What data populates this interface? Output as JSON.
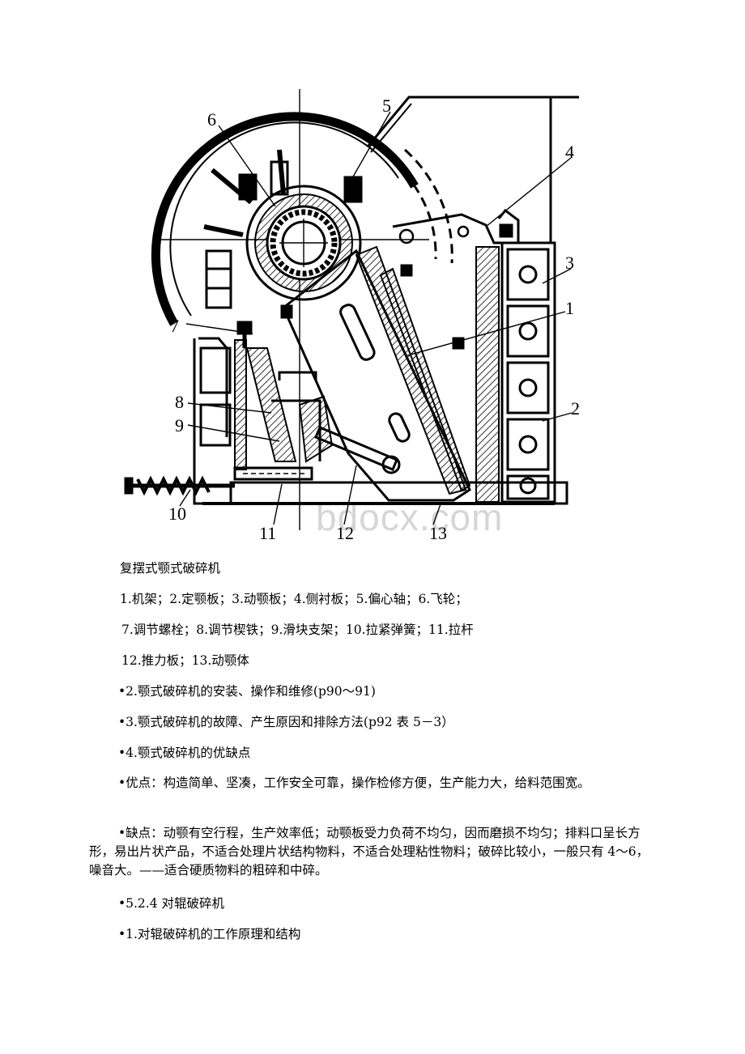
{
  "figure": {
    "callouts": [
      "1",
      "2",
      "3",
      "4",
      "5",
      "6",
      "7",
      "8",
      "9",
      "10",
      "11",
      "12",
      "13"
    ],
    "watermark": "bdocx.com"
  },
  "caption": "复摆式颚式破碎机",
  "legend": [
    "1.机架；2.定颚板；3.动颚板；4.侧衬板；5.偏心轴；6.飞轮；",
    "7.调节螺栓；8.调节楔铁；9.滑块支架；10.拉紧弹簧；11.拉杆",
    "12.推力板；13.动颚体"
  ],
  "items": [
    "•2.颚式破碎机的安装、操作和维修(p90～91)",
    "•3.颚式破碎机的故障、产生原因和排除方法(p92 表 5－3）",
    "•4.颚式破碎机的优缺点"
  ],
  "advantages": "•优点：构造简单、坚凑，工作安全可靠，操作检修方便，生产能力大，给料范围宽。",
  "disadvantages": "•缺点：动颚有空行程，生产效率低；动颚板受力负荷不均匀，因而磨损不均匀；排料口呈长方形，易出片状产品，不适合处理片状结构物料，不适合处理粘性物料；破碎比较小，一般只有 4～6，噪音大。——适合硬质物料的粗碎和中碎。",
  "section": "•5.2.4 对辊破碎机",
  "subsection": "•1.对辊破碎机的工作原理和结构"
}
